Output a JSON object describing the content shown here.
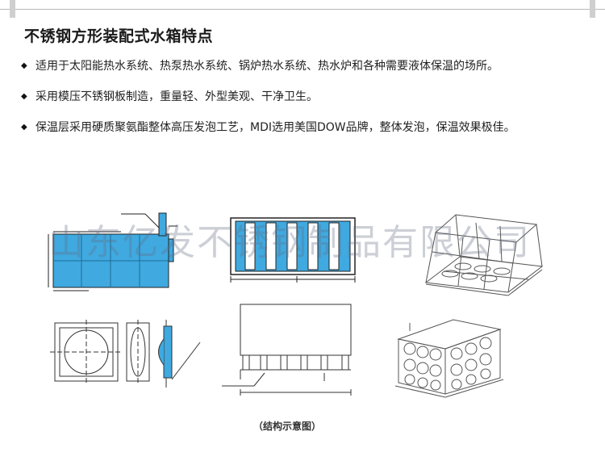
{
  "title": "不锈钢方形装配式水箱特点",
  "features": [
    {
      "text": "适用于太阳能热水系统、热泵热水系统、锅炉热水系统、热水炉和各种需要液体保温的场所。"
    },
    {
      "text": "采用模压不锈钢板制造，重量轻、外型美观、干净卫生。"
    },
    {
      "text": "保温层采用硬质聚氨酯整体高压发泡工艺，MDI选用美国DOW品牌，整体发泡，保温效果极佳。"
    }
  ],
  "bullet_glyph": "◆",
  "watermark": "山东亿发不锈钢制品有限公司",
  "caption": "（结构示意图）",
  "colors": {
    "insulation_blue": "#3fa9e0",
    "line": "#333333",
    "watermark": "#8c96a8"
  }
}
